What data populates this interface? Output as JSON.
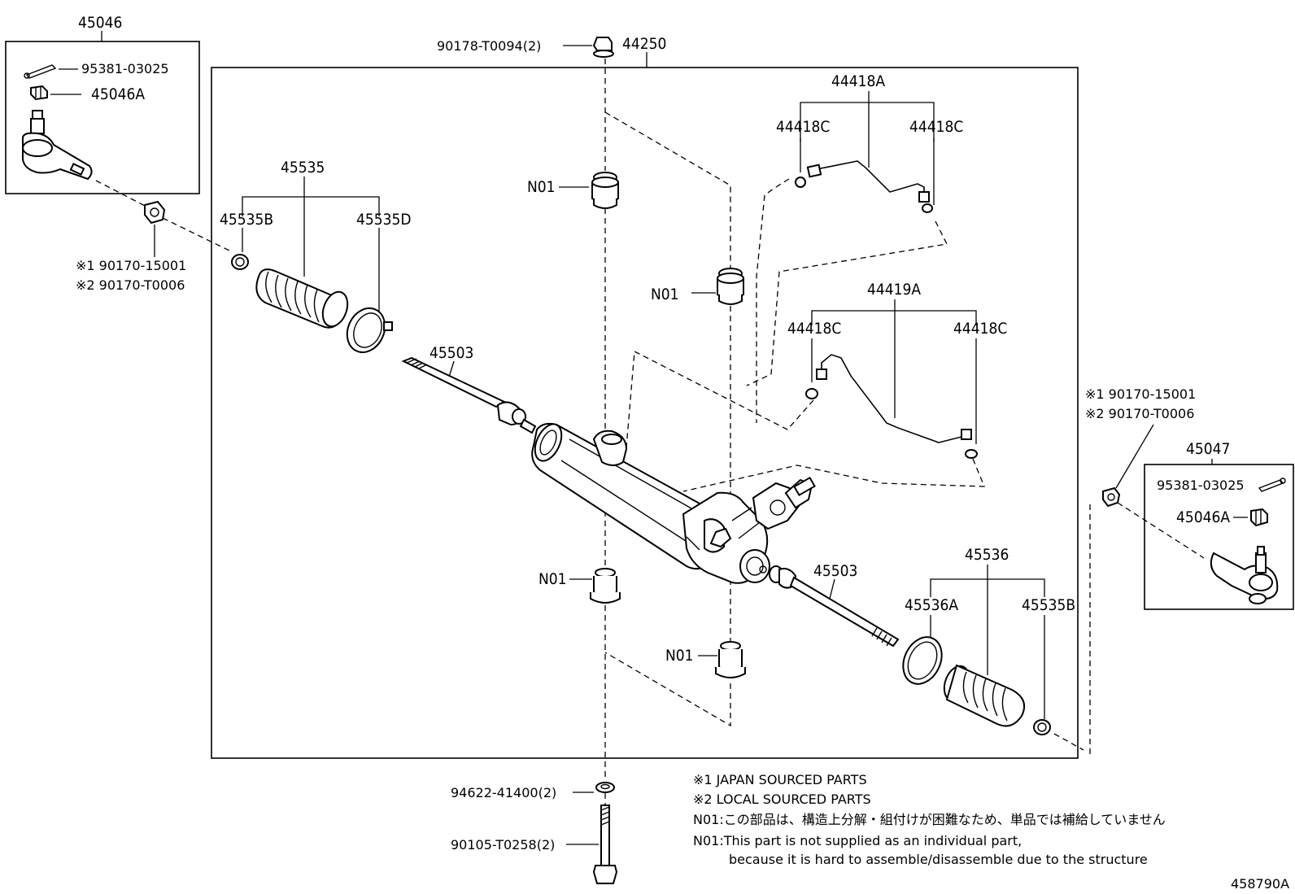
{
  "labels": {
    "p45046": "45046",
    "p95381_left": "95381-03025",
    "p45046A_left": "45046A",
    "n90170_15001_left": "※1 90170-15001",
    "n90170_T0006_left": "※2 90170-T0006",
    "p90178": "90178-T0094(2)",
    "p44250": "44250",
    "p44418A": "44418A",
    "p44418C_1": "44418C",
    "p44418C_2": "44418C",
    "p44419A": "44419A",
    "p44418C_3": "44418C",
    "p44418C_4": "44418C",
    "p45535": "45535",
    "p45535B_left": "45535B",
    "p45535D": "45535D",
    "p45503_top": "45503",
    "p45503_bottom": "45503",
    "n01_a": "N01",
    "n01_b": "N01",
    "n01_c": "N01",
    "n01_d": "N01",
    "p45536": "45536",
    "p45536A": "45536A",
    "p45535B_right": "45535B",
    "n90170_15001_right": "※1 90170-15001",
    "n90170_T0006_right": "※2 90170-T0006",
    "p45047": "45047",
    "p95381_right": "95381-03025",
    "p45046A_right": "45046A",
    "p94622": "94622-41400(2)",
    "p90105": "90105-T0258(2)"
  },
  "notes": {
    "line1": "※1 JAPAN SOURCED PARTS",
    "line2": "※2 LOCAL SOURCED PARTS",
    "line3": "N01:この部品は、構造上分解・組付けが困難なため、単品では補給していません",
    "line4": "N01:This part is not supplied as an individual part,",
    "line5": "because it is hard to assemble/disassemble due to the structure"
  },
  "figure_id": "458790A"
}
